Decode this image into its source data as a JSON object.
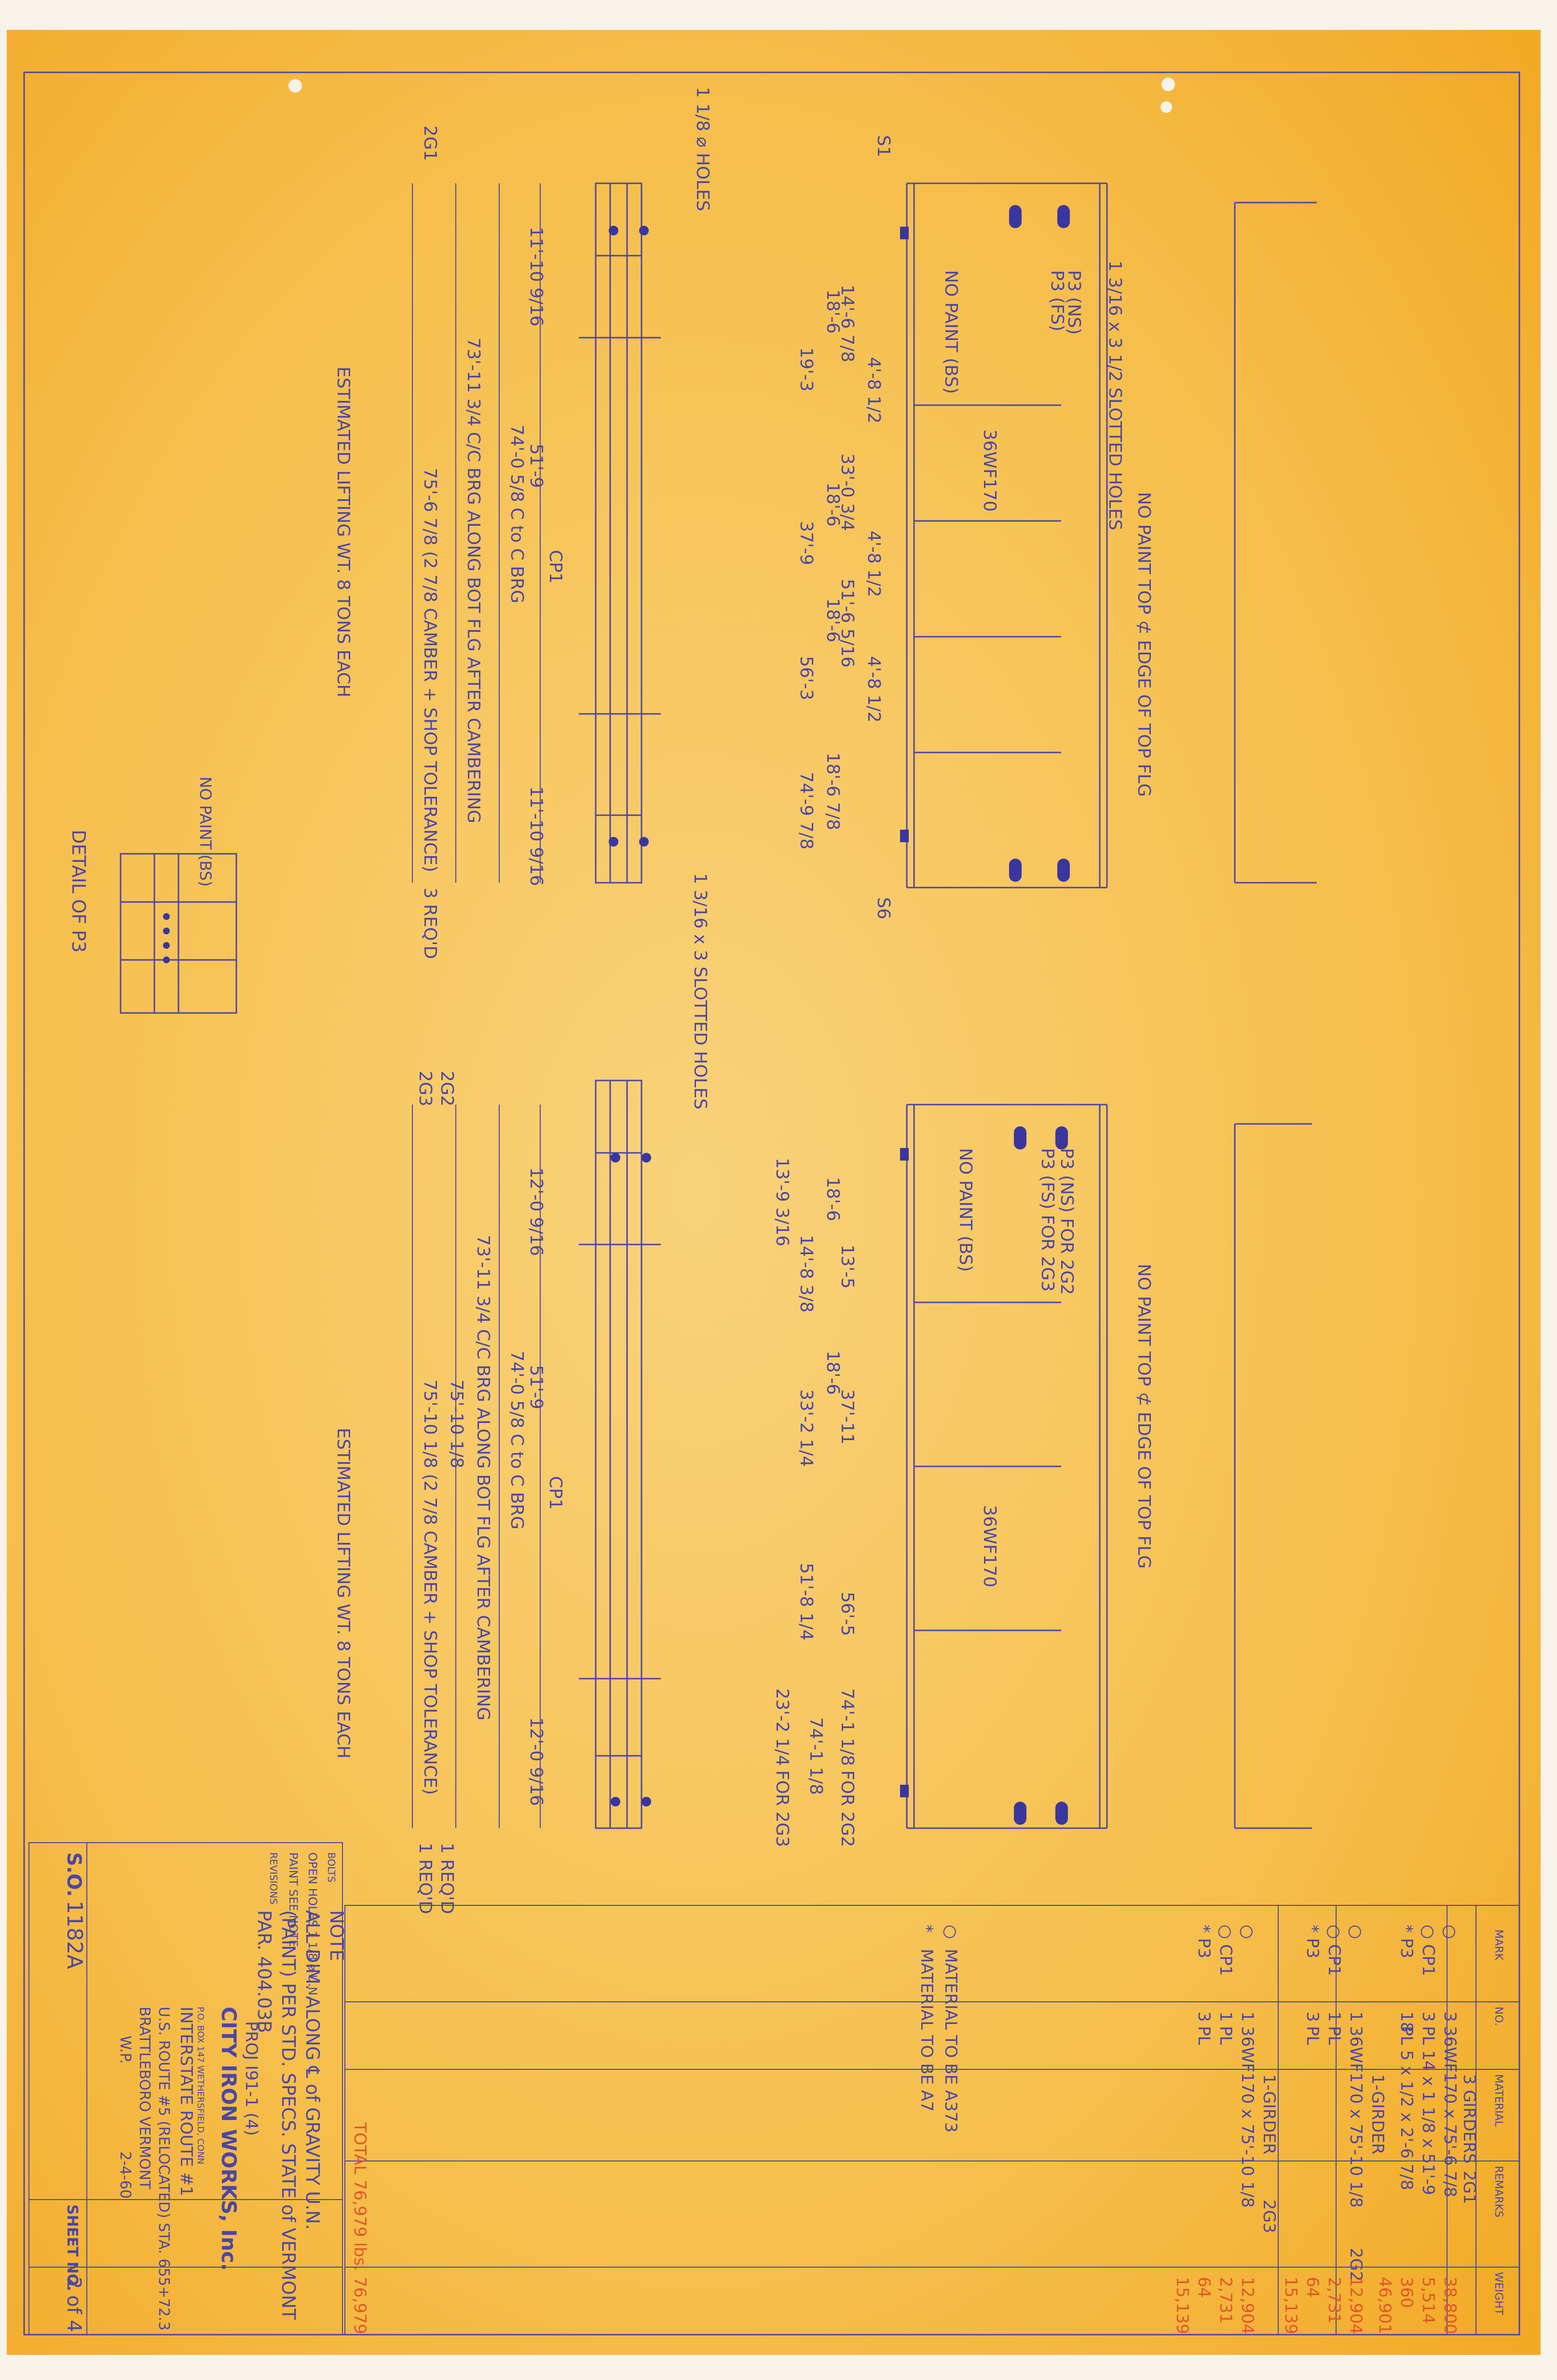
{
  "colors": {
    "paper": "#f5b43a",
    "paper_light": "#f6c760",
    "ink": "#4a46a8",
    "ink_faint": "#6d68c0",
    "ink_red": "#e0562a",
    "slot_fill": "#3a36a0"
  },
  "title_block": {
    "company": "CITY IRON WORKS, Inc.",
    "address": "P.O. BOX 147   WETHERSFIELD, CONN",
    "proj": "PROJ I91-1 (4)",
    "line1": "INTERSTATE ROUTE #1",
    "line2": "U.S. ROUTE #5 (RELOCATED) STA. 655+72.3",
    "line3": "BRATTLEBORO   VERMONT",
    "made_by": "W.P.",
    "date": "2-4-60",
    "so_label": "S.O.",
    "so_number": "1182A",
    "sheet_label": "SHEET NO.",
    "sheet_number": "2 of 4",
    "bolts": "BOLTS",
    "open_holes": "OPEN HOLES  1 1/8 ⌀ U.N.",
    "paint": "PAINT SEE NOTE",
    "revisions": "REVISIONS"
  },
  "bill_of_material": {
    "headers": [
      "MARK",
      "NO.",
      "MATERIAL",
      "REMARKS",
      "WEIGHT"
    ],
    "rows": [
      {
        "mark": "",
        "no": "3",
        "material": "3 GIRDERS",
        "remarks": "2G1",
        "weight": ""
      },
      {
        "mark": "○",
        "no": "3",
        "material": "36WF170 x 75'-6 7/8",
        "remarks": "",
        "weight": "38,800"
      },
      {
        "mark": "○ CP1",
        "no": "3",
        "material": "PL 14 x 1 1/8 x 51'-9",
        "remarks": "",
        "weight": "5,514"
      },
      {
        "mark": "* P3",
        "no": "18",
        "material": "PL 5 x 1/2 x 2'-6 7/8",
        "remarks": "",
        "weight": "360"
      },
      {
        "mark": "",
        "no": "",
        "material": "1-GIRDER",
        "remarks": "2G2",
        "weight": "46,901"
      },
      {
        "mark": "○",
        "no": "1",
        "material": "36WF170 x 75'-10 1/8",
        "remarks": "",
        "weight": "12,904"
      },
      {
        "mark": "○ CP1",
        "no": "1",
        "material": "PL",
        "remarks": "",
        "weight": "2,731"
      },
      {
        "mark": "* P3",
        "no": "3",
        "material": "PL",
        "remarks": "",
        "weight": "64"
      },
      {
        "mark": "",
        "no": "",
        "material": "1-GIRDER",
        "remarks": "2G3",
        "weight": "15,139"
      },
      {
        "mark": "○",
        "no": "1",
        "material": "36WF170 x 75'-10 1/8",
        "remarks": "",
        "weight": "12,904"
      },
      {
        "mark": "○ CP1",
        "no": "1",
        "material": "PL",
        "remarks": "",
        "weight": "2,731"
      },
      {
        "mark": "* P3",
        "no": "3",
        "material": "PL",
        "remarks": "",
        "weight": "64"
      },
      {
        "mark": "",
        "no": "",
        "material": "",
        "remarks": "",
        "weight": "15,139"
      },
      {
        "mark": "○",
        "no": "",
        "material": "MATERIAL TO BE A373",
        "remarks": "",
        "weight": ""
      },
      {
        "mark": "*",
        "no": "",
        "material": "MATERIAL TO BE A7",
        "remarks": "",
        "weight": ""
      },
      {
        "mark": "",
        "no": "",
        "material": "TOTAL 76,979 lbs.",
        "remarks": "",
        "weight": "76,979"
      }
    ]
  },
  "note": {
    "title": "NOTE",
    "l1": "ALL DIM. ALONG ℄ of GRAVITY U.N.",
    "l2": "(PAINT) PER STD. SPECS. STATE of VERMONT",
    "l3": "PAR. 404.03B"
  },
  "girder_2g1": {
    "mark": "2G1",
    "reqd": "3 REQ'D",
    "wf": "36WF170",
    "cp": "CP1",
    "span_bearing": "74'-0 5/8 C to C BRG",
    "length": "75'-6 7/8 (2 7/8 CAMBER + SHOP TOLERANCE)",
    "cover_note": "73'-11 3/4 C/C BRG ALONG BOT FLG AFTER CAMBERING",
    "cover_len": "51'-9",
    "end_a": "11'-10 9/16",
    "end_b": "11'-10 9/16",
    "lifting": "ESTIMATED LIFTING WT. 8 TONS EACH",
    "no_paint": "NO PAINT TOP ⊄ EDGE OF TOP FLG",
    "np_bs": "NO PAINT (BS)",
    "p3": "P3 (NS)",
    "p3b": "P3 (FS)",
    "holes": "1 1/8 ⌀ HOLES",
    "slotted": "1 3/16 x 3 1/2 SLOTTED HOLES",
    "slotted_b": "1 3/16 x 3 SLOTTED HOLES",
    "s1": "S1",
    "s6": "S6",
    "dims": [
      "14'-6 7/8",
      "18'-6",
      "19'-3",
      "4'-8 1/2",
      "33'-0 3/4",
      "18'-6",
      "37'-9",
      "4'-8 1/2",
      "51'-6 5/16",
      "18'-6",
      "56'-3",
      "4'-8 1/2",
      "18'-6 7/8",
      "74'-9 7/8"
    ]
  },
  "girder_2g2": {
    "mark": "2G2",
    "mark2": "2G3",
    "reqd": "1 REQ'D",
    "reqd2": "1 REQ'D",
    "wf": "36WF170",
    "cp": "CP1",
    "span_bearing": "74'-0 5/8 C to C BRG",
    "length": "75'-10 1/8",
    "length2": "75'-10 1/8  (2 7/8 CAMBER + SHOP TOLERANCE)",
    "cover_note": "73'-11 3/4 C/C BRG ALONG BOT FLG AFTER CAMBERING",
    "cover_len": "51'-9",
    "end_a": "12'-0 9/16",
    "end_b": "12'-0 9/16",
    "lifting": "ESTIMATED LIFTING WT. 8 TONS EACH",
    "no_paint": "NO PAINT TOP ⊄ EDGE OF TOP FLG",
    "np_bs": "NO PAINT (BS)",
    "p3": "P3 (NS) FOR 2G2",
    "p3b": "P3 (FS) FOR 2G3",
    "for_2g2": "FOR 2G2",
    "for_2g3": "FOR 2G3",
    "dims": [
      "13'-5",
      "18'-6",
      "13'-9 3/16",
      "14'-8 3/8",
      "18'-6",
      "37'-11",
      "33'-2 1/4",
      "56'-5",
      "51'-8 1/4",
      "74'-1 1/8",
      "23'-2 1/4",
      "74'-1 1/8"
    ]
  },
  "detail_p3": {
    "title": "DETAIL OF P3",
    "no_paint": "NO PAINT (BS)"
  }
}
